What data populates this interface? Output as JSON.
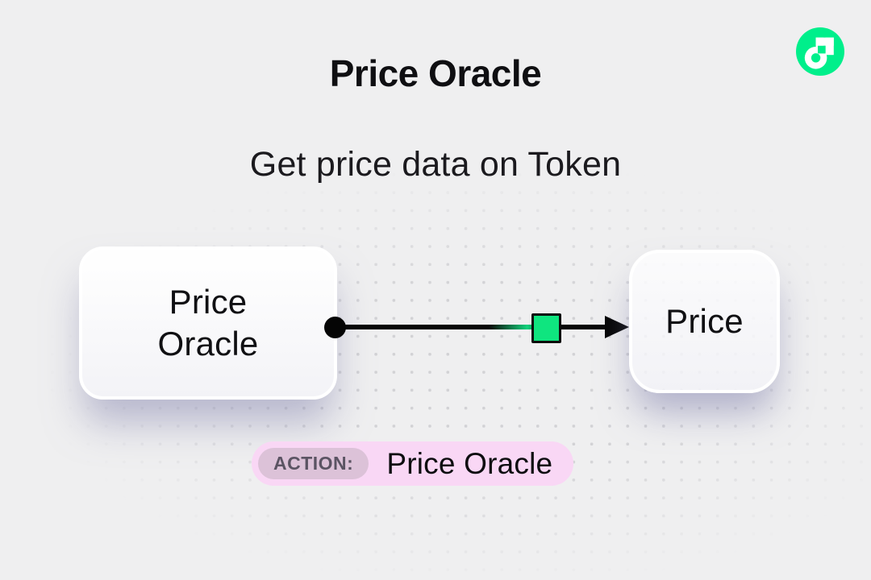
{
  "page": {
    "background": "#efeff0",
    "dot_color": "#d2d2d5"
  },
  "header": {
    "title": "Price Oracle",
    "subtitle": "Get price data on Token"
  },
  "logo": {
    "name": "flow-logo",
    "brand_green": "#00ef8b"
  },
  "diagram": {
    "nodes": {
      "source": {
        "label": "Price\nOracle"
      },
      "target": {
        "label": "Price"
      }
    },
    "connector": {
      "from": "source",
      "to": "target",
      "marker_color": "#0fe57f",
      "line_color": "#050505"
    }
  },
  "badge": {
    "label": "ACTION:",
    "value": "Price Oracle",
    "pill_bg": "#f9d7f5",
    "label_bg": "#dcc2d8"
  }
}
